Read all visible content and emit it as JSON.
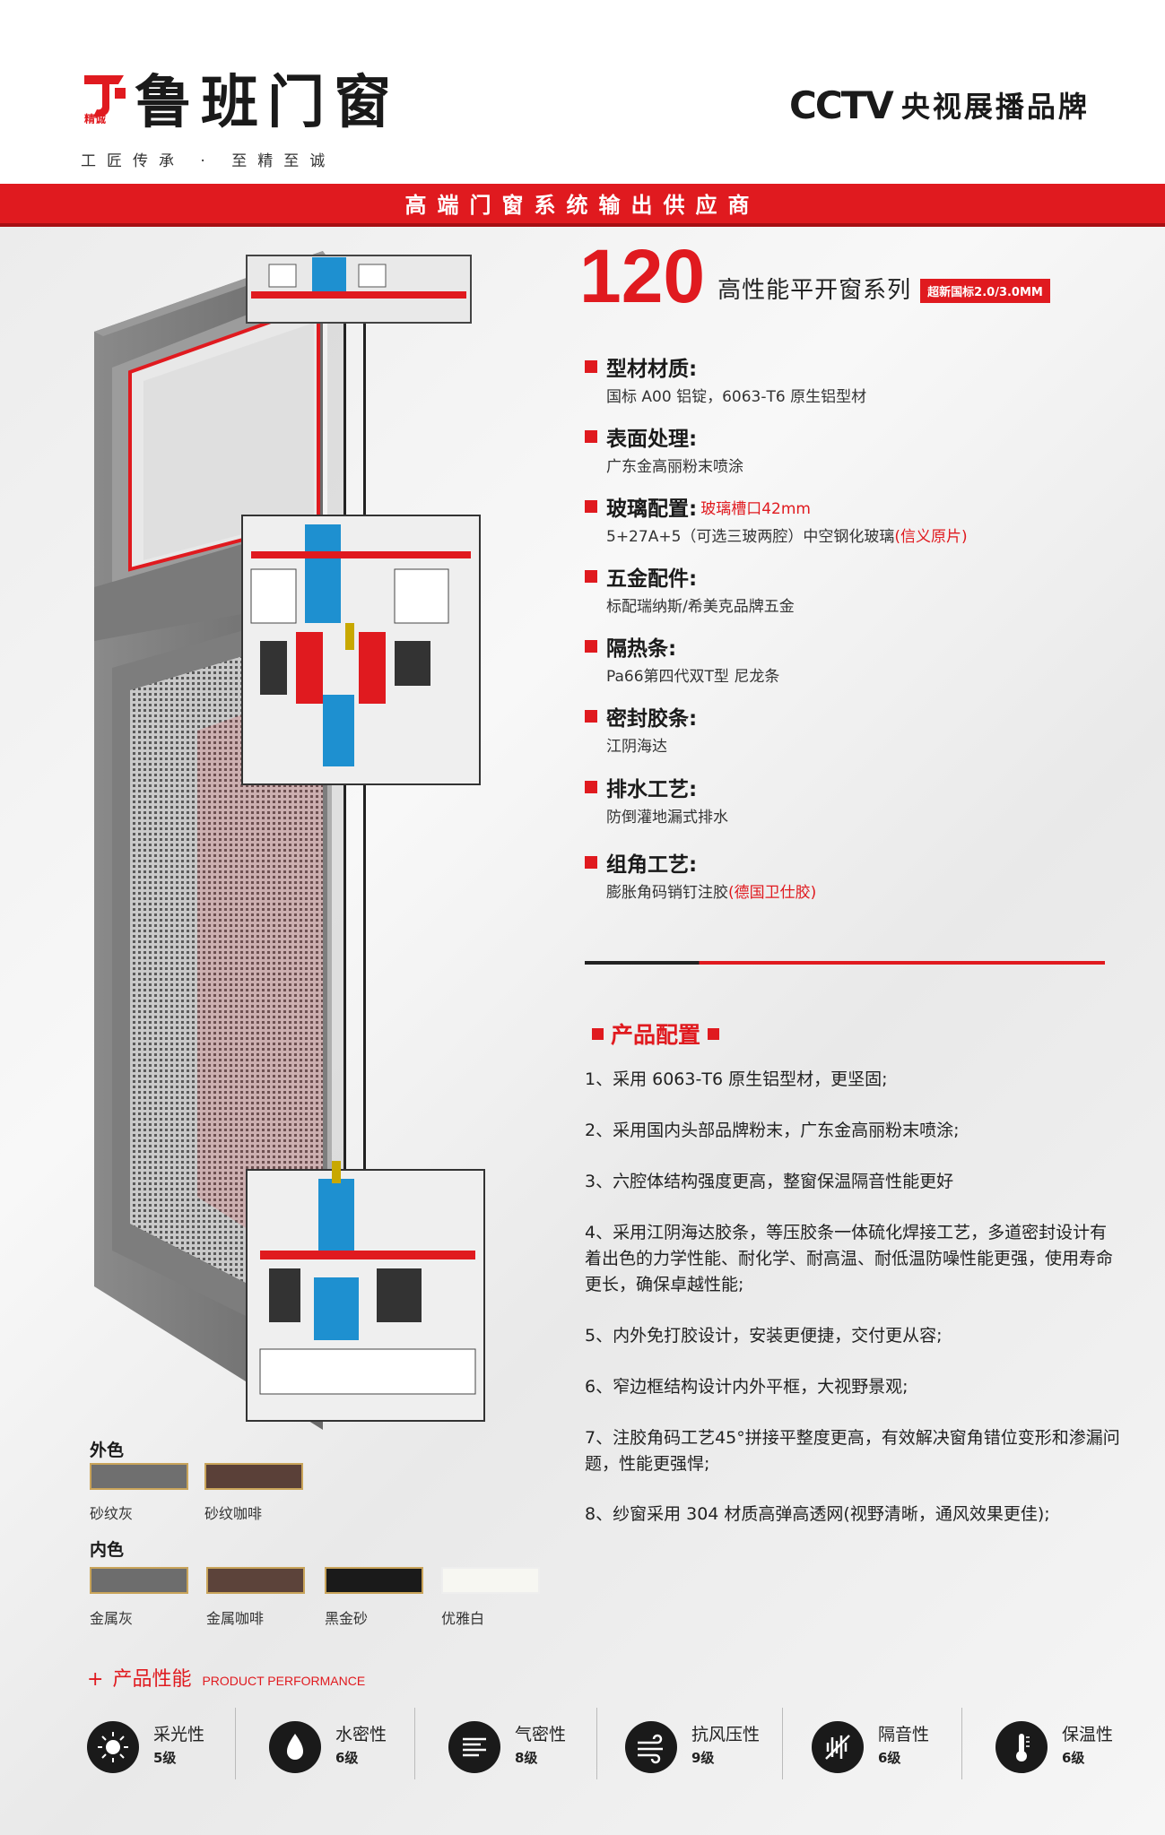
{
  "brand": {
    "logo_small_text": "精诚",
    "name": "鲁班门窗",
    "slogan": "工匠传承 · 至精至诚",
    "cctv_logo": "CCTV",
    "cctv_text": "央视展播品牌"
  },
  "banner": "高端门窗系统输出供应商",
  "product": {
    "number": "120",
    "series": "高性能平开窗系列",
    "badge": "超新国标2.0/3.0MM"
  },
  "specs": [
    {
      "title": "型材材质:",
      "desc": "国标 A00 铝锭，6063-T6 原生铝型材"
    },
    {
      "title": "表面处理:",
      "desc": "广东金高丽粉末喷涂"
    },
    {
      "title": "玻璃配置:",
      "title_note": "玻璃槽口42mm",
      "desc": "5+27A+5（可选三玻两腔）中空钢化玻璃",
      "desc_note": "(信义原片)"
    },
    {
      "title": "五金配件:",
      "desc": "标配瑞纳斯/希美克品牌五金"
    },
    {
      "title": "隔热条:",
      "desc": "Pa66第四代双T型 尼龙条"
    },
    {
      "title": "密封胶条:",
      "desc": "江阴海达"
    },
    {
      "title": "排水工艺:",
      "desc": "防倒灌地漏式排水"
    },
    {
      "title": "组角工艺:",
      "desc": "膨胀角码销钉注胶",
      "desc_note": "(德国卫仕胶)"
    }
  ],
  "config": {
    "title": "产品配置",
    "items": [
      "1、采用 6063-T6 原生铝型材，更坚固;",
      "2、采用国内头部品牌粉末，广东金高丽粉末喷涂;",
      "3、六腔体结构强度更高，整窗保温隔音性能更好",
      "4、采用江阴海达胶条，等压胶条一体硫化焊接工艺，多道密封设计有着出色的力学性能、耐化学、耐高温、耐低温防噪性能更强，使用寿命更长，确保卓越性能;",
      "5、内外免打胶设计，安装更便捷，交付更从容;",
      "6、窄边框结构设计内外平框，大视野景观;",
      "7、注胶角码工艺45°拼接平整度更高，有效解决窗角错位变形和渗漏问题，性能更强悍;",
      "8、纱窗采用 304 材质高弹高透网(视野清晰，通风效果更佳);"
    ]
  },
  "colors": {
    "outer_label": "外色",
    "outer": [
      {
        "name": "砂纹灰",
        "hex": "#6f6f6f"
      },
      {
        "name": "砂纹咖啡",
        "hex": "#5a4038"
      }
    ],
    "inner_label": "内色",
    "inner": [
      {
        "name": "金属灰",
        "hex": "#6d6d6d"
      },
      {
        "name": "金属咖啡",
        "hex": "#5c433a"
      },
      {
        "name": "黑金砂",
        "hex": "#1a1a1a"
      },
      {
        "name": "优雅白",
        "hex": "#f7f7f2"
      }
    ]
  },
  "performance": {
    "title": "产品性能",
    "title_en": "PRODUCT PERFORMANCE",
    "items": [
      {
        "name": "采光性",
        "level": "5级",
        "icon": "sun-icon"
      },
      {
        "name": "水密性",
        "level": "6级",
        "icon": "water-drop-icon"
      },
      {
        "name": "气密性",
        "level": "8级",
        "icon": "air-icon"
      },
      {
        "name": "抗风压性",
        "level": "9级",
        "icon": "wind-icon"
      },
      {
        "name": "隔音性",
        "level": "6级",
        "icon": "sound-icon"
      },
      {
        "name": "保温性",
        "level": "6级",
        "icon": "thermometer-icon"
      }
    ]
  },
  "accent_color": "#e01a1f"
}
